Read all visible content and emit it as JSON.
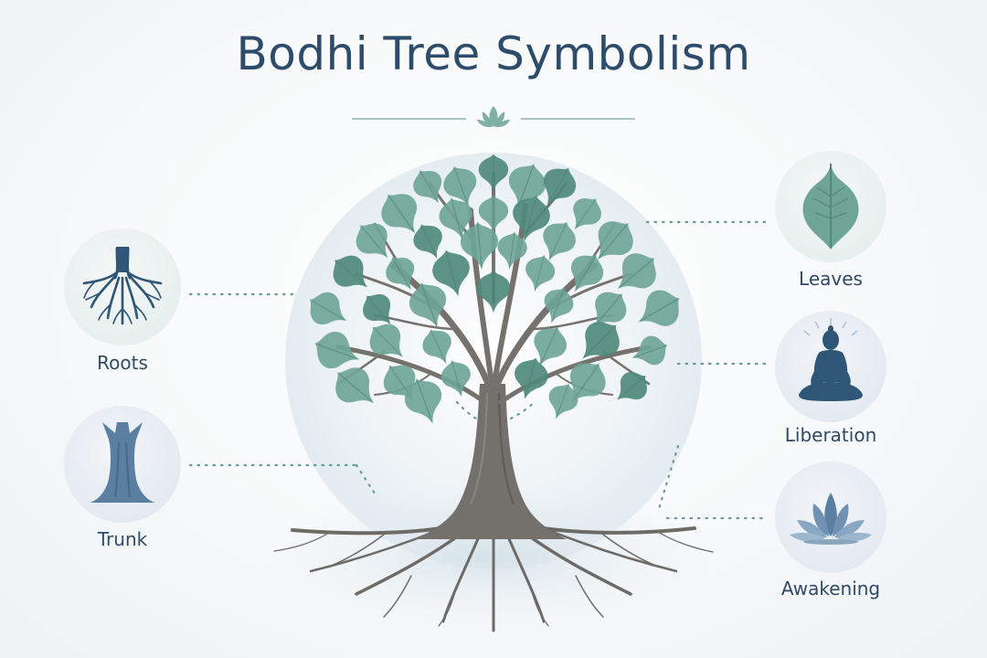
{
  "title": "Bodhi Tree Symbolism",
  "nodes": {
    "roots": "Roots",
    "trunk": "Trunk",
    "leaves": "Leaves",
    "liberation": "Liberation",
    "awakening": "Awakening"
  },
  "colors": {
    "title": "#2d4b6a",
    "label": "#2f4a66",
    "leaf": "#6fa597",
    "leaf_dark": "#4f8a7c",
    "bark": "#6e6a66",
    "navy_icon": "#2f5577",
    "blue_icon": "#5b7fa1",
    "dots": "#6a9a90",
    "divider": "#8fb3aa"
  }
}
